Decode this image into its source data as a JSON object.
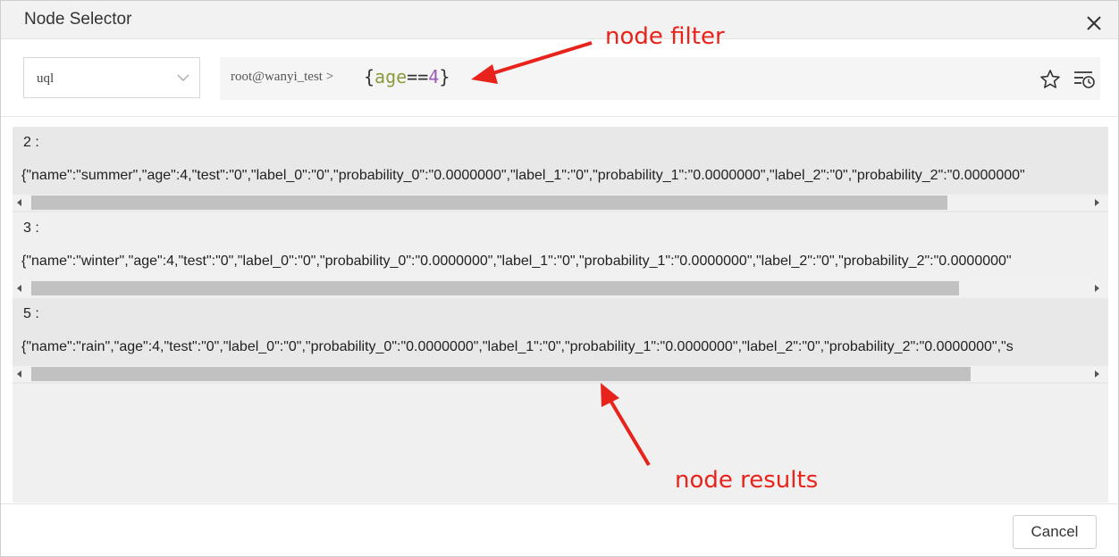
{
  "dialog": {
    "title": "Node Selector"
  },
  "toolbar": {
    "language_value": "uql",
    "prompt": "root@wanyi_test >",
    "query": {
      "open": "{",
      "keyword": "age",
      "operator": "==",
      "value": "4",
      "close": "}"
    }
  },
  "results": [
    {
      "index": "2 :",
      "json": "{\"name\":\"summer\",\"age\":4,\"test\":\"0\",\"label_0\":\"0\",\"probability_0\":\"0.0000000\",\"label_1\":\"0\",\"probability_1\":\"0.0000000\",\"label_2\":\"0\",\"probability_2\":\"0.0000000\""
    },
    {
      "index": "3 :",
      "json": "{\"name\":\"winter\",\"age\":4,\"test\":\"0\",\"label_0\":\"0\",\"probability_0\":\"0.0000000\",\"label_1\":\"0\",\"probability_1\":\"0.0000000\",\"label_2\":\"0\",\"probability_2\":\"0.0000000\""
    },
    {
      "index": "5 :",
      "json": "{\"name\":\"rain\",\"age\":4,\"test\":\"0\",\"label_0\":\"0\",\"probability_0\":\"0.0000000\",\"label_1\":\"0\",\"probability_1\":\"0.0000000\",\"label_2\":\"0\",\"probability_2\":\"0.0000000\",\"s"
    }
  ],
  "footer": {
    "cancel_label": "Cancel"
  },
  "annotations": {
    "filter_label": "node filter",
    "results_label": "node results",
    "color": "#e8231b"
  },
  "icons": {
    "close": "close-icon",
    "dropdown": "chevron-down-icon",
    "favorite": "star-icon",
    "history": "history-icon"
  }
}
